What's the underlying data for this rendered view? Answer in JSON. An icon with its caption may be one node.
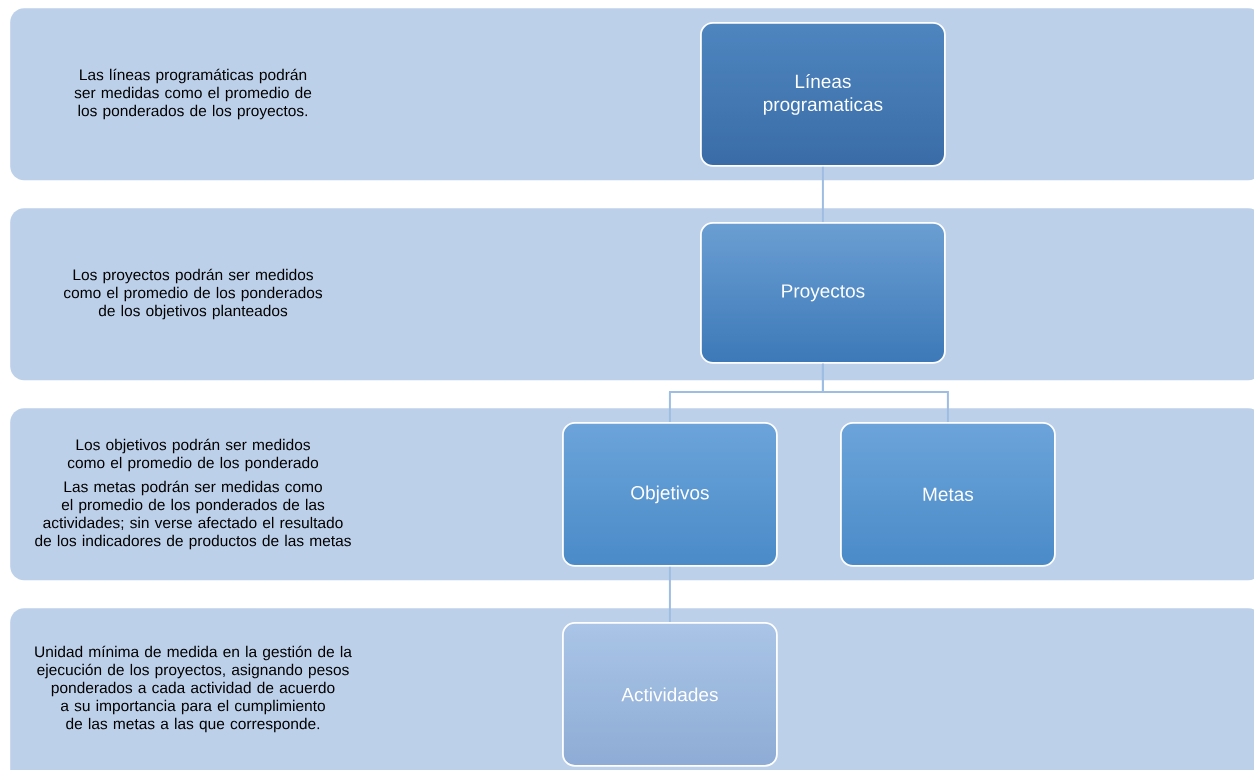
{
  "diagram": {
    "nodes": [
      {
        "text": [
          "Las líneas programáticas podrán ser medidas como el promedio de los ponderados de los proyectos."
        ]
      },
      {
        "text": [
          "Líneas programaticas"
        ],
        "in": 0
      },
      {
        "text": [
          "Los proyectos podrán ser medidos como el promedio de los ponderados de los objetivos planteados"
        ]
      },
      {
        "text": [
          "Proyectos"
        ],
        "in": 2
      },
      {
        "text": [
          "Los objetivos podrán ser medidos como el promedio de los ponderado",
          "Las metas podrán ser medidas como el promedio de los ponderados de las actividades; sin verse afectado el resultado de los indicadores de productos de las metas"
        ]
      },
      {
        "text": [
          "Objetivos"
        ],
        "in": 4
      },
      {
        "text": [
          "Metas"
        ],
        "in": 4
      },
      {
        "text": [
          "Unidad mínima de medida en la gestión de la ejecución de los proyectos, asignando pesos ponderados a cada actividad de acuerdo a su importancia para el cumplimiento de las metas a las que corresponde."
        ]
      },
      {
        "text": [
          "Actividades"
        ],
        "in": 7
      }
    ],
    "edges": [
      {
        "from": 1,
        "to": 3,
        "arrow": "none"
      },
      {
        "from": 3,
        "to": 5,
        "arrow": "none"
      },
      {
        "from": 3,
        "to": 6,
        "arrow": "none"
      },
      {
        "from": 5,
        "to": 8,
        "arrow": "none"
      }
    ]
  }
}
